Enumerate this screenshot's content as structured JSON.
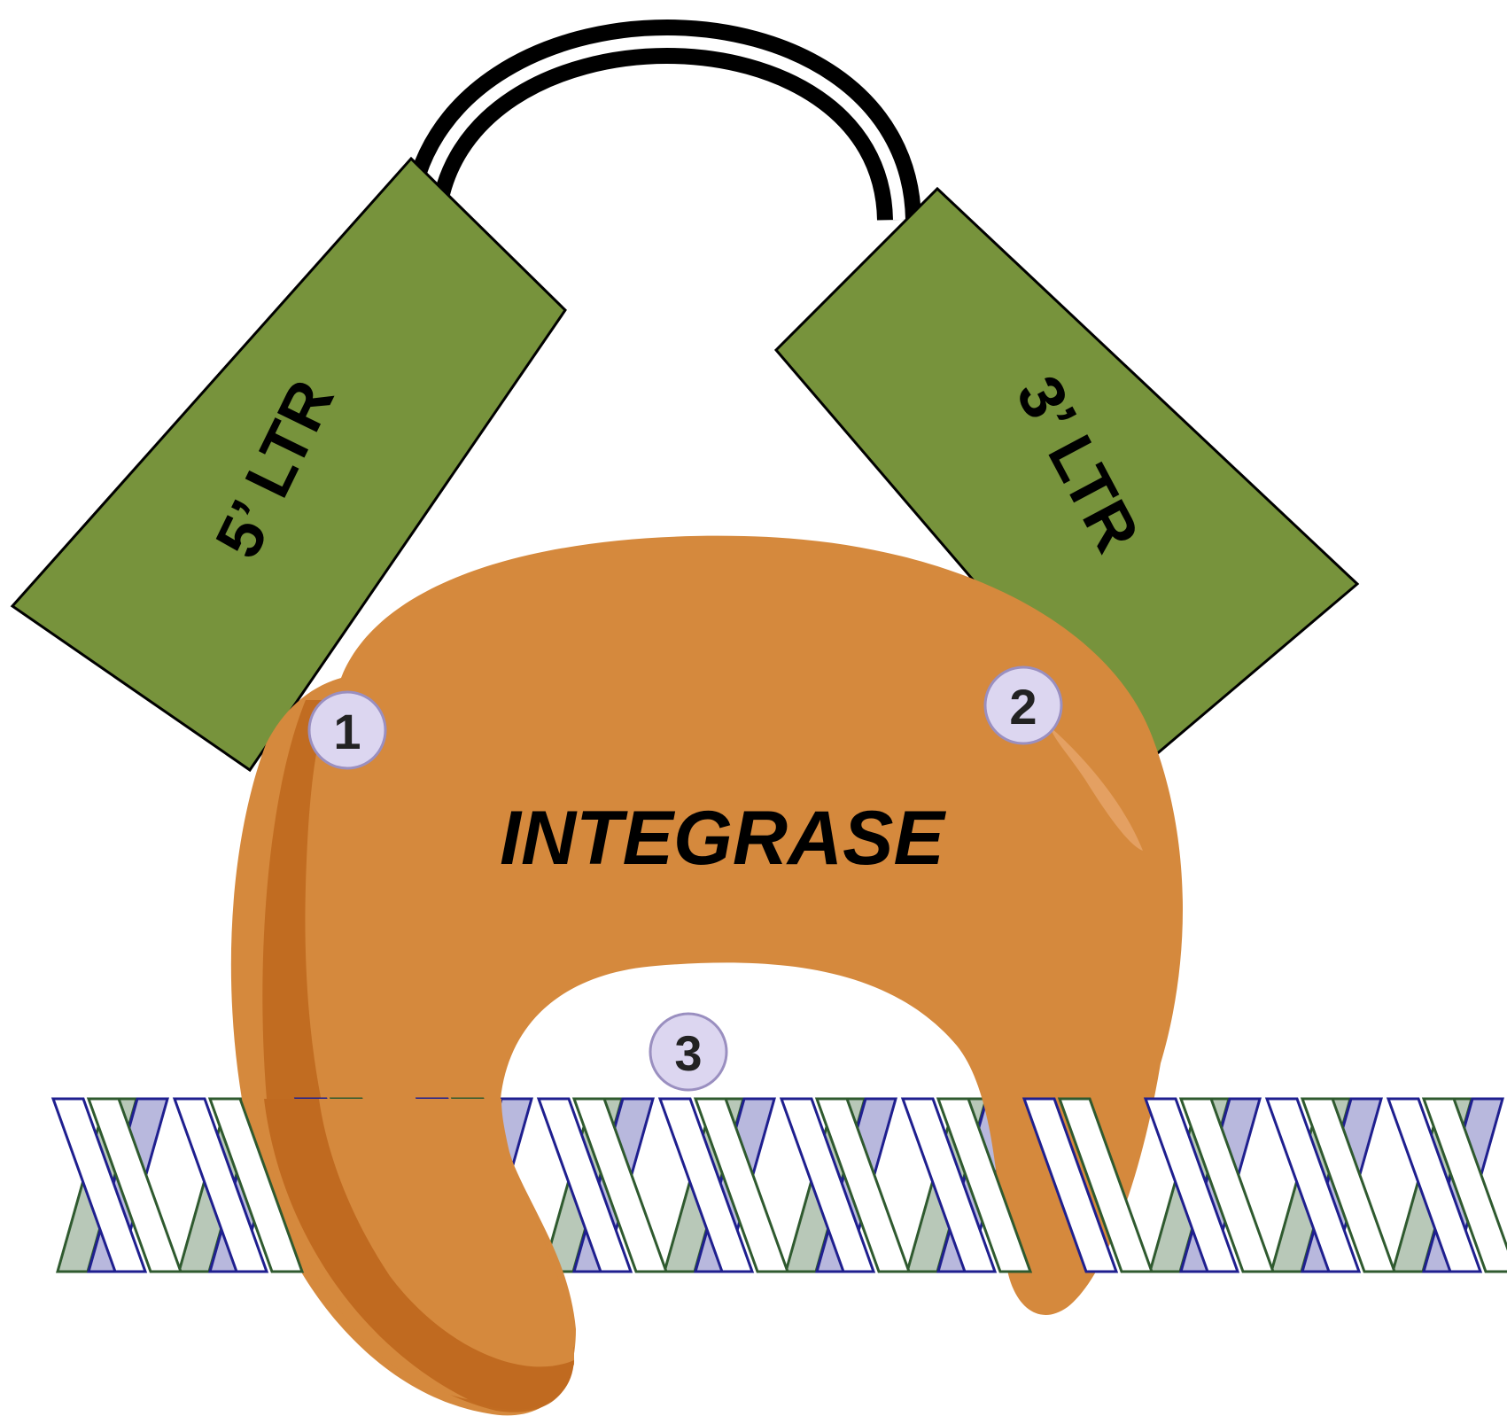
{
  "labels": {
    "ltr_5": "5’ LTR",
    "ltr_3": "3’ LTR",
    "enzyme": "INTEGRASE"
  },
  "markers": [
    {
      "id": "1",
      "label": "1"
    },
    {
      "id": "2",
      "label": "2"
    },
    {
      "id": "3",
      "label": "3"
    }
  ],
  "colors": {
    "ltr_fill": "#77933c",
    "integrase_fill": "#d5893d",
    "integrase_shadow": "#c06a20",
    "marker_fill": "#dcd6f0",
    "dna_strand_a": "#1f1f8f",
    "dna_strand_b": "#2f5a2f",
    "dna_back_a": "#b8b8dd",
    "dna_back_b": "#b8c8b8"
  }
}
